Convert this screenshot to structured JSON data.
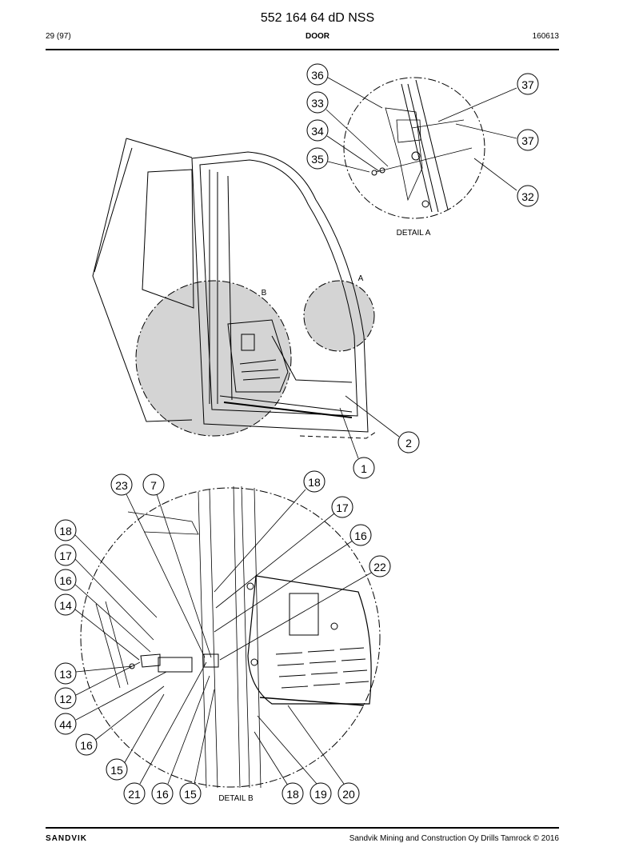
{
  "header": {
    "document_number": "552 164 64 dD NSS",
    "page_ref": "29 (97)",
    "section": "DOOR",
    "date_code": "160613"
  },
  "detail_a": {
    "caption": "DETAIL A",
    "marker": "A",
    "callouts": [
      "36",
      "33",
      "34",
      "35",
      "37",
      "37",
      "32"
    ]
  },
  "overview": {
    "marker_b": "B",
    "callouts": [
      "2",
      "1"
    ]
  },
  "detail_b": {
    "caption": "DETAIL B",
    "callouts": [
      "23",
      "7",
      "18",
      "17",
      "16",
      "22",
      "18",
      "17",
      "16",
      "14",
      "13",
      "12",
      "44",
      "16",
      "15",
      "21",
      "16",
      "15",
      "18",
      "19",
      "20"
    ]
  },
  "footer": {
    "logo_text": "SANDVIK",
    "copyright": "Sandvik Mining and Construction Oy Drills Tamrock © 2016"
  },
  "colors": {
    "shade": "#d4d4d4",
    "line": "#000000"
  }
}
